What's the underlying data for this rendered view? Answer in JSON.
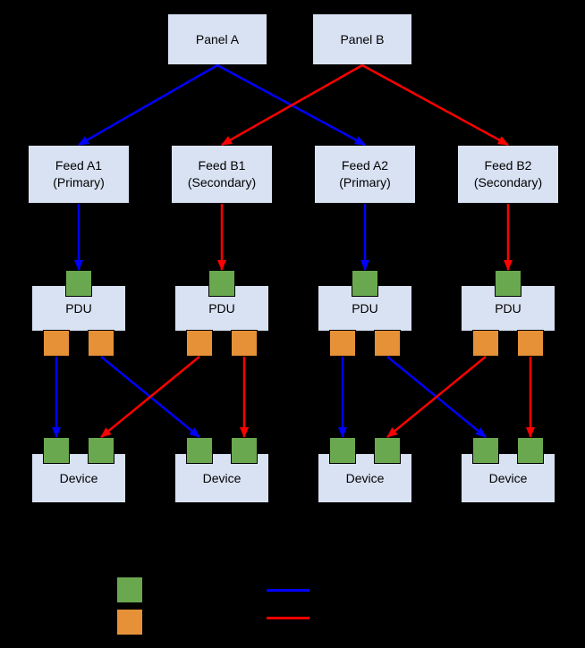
{
  "diagram": {
    "background": "#000000",
    "colors": {
      "box_fill": "#d9e2f3",
      "box_border": "#000000",
      "text": "#000000",
      "inlet_port_green": "#6aa84f",
      "outlet_port_orange": "#e69138",
      "primary_path": "#0000ff",
      "secondary_path": "#ff0000"
    },
    "panels": [
      {
        "label": "Panel A"
      },
      {
        "label": "Panel B"
      }
    ],
    "feeds": [
      {
        "name": "Feed A1",
        "role": "(Primary)"
      },
      {
        "name": "Feed B1",
        "role": "(Secondary)"
      },
      {
        "name": "Feed A2",
        "role": "(Primary)"
      },
      {
        "name": "Feed B2",
        "role": "(Secondary)"
      }
    ],
    "pdus": [
      {
        "label": "PDU"
      },
      {
        "label": "PDU"
      },
      {
        "label": "PDU"
      },
      {
        "label": "PDU"
      }
    ],
    "devices": [
      {
        "label": "Device"
      },
      {
        "label": "Device"
      },
      {
        "label": "Device"
      },
      {
        "label": "Device"
      }
    ],
    "legend": {
      "swatches": [
        {
          "id": "inlet-port",
          "color": "#6aa84f"
        },
        {
          "id": "outlet-port",
          "color": "#e69138"
        }
      ],
      "lines": [
        {
          "id": "primary-path",
          "color": "#0000ff"
        },
        {
          "id": "secondary-path",
          "color": "#ff0000"
        }
      ]
    },
    "edges": [
      {
        "from": "panel-a",
        "to": "feed-a1",
        "color": "primary"
      },
      {
        "from": "panel-a",
        "to": "feed-a2",
        "color": "primary"
      },
      {
        "from": "panel-b",
        "to": "feed-b1",
        "color": "secondary"
      },
      {
        "from": "panel-b",
        "to": "feed-b2",
        "color": "secondary"
      },
      {
        "from": "feed-a1",
        "to": "pdu-1-in",
        "color": "primary"
      },
      {
        "from": "feed-b1",
        "to": "pdu-2-in",
        "color": "secondary"
      },
      {
        "from": "feed-a2",
        "to": "pdu-3-in",
        "color": "primary"
      },
      {
        "from": "feed-b2",
        "to": "pdu-4-in",
        "color": "secondary"
      },
      {
        "from": "pdu-1-out-left",
        "to": "device-1-in-left",
        "color": "primary"
      },
      {
        "from": "pdu-1-out-right",
        "to": "device-2-in-left",
        "color": "primary"
      },
      {
        "from": "pdu-2-out-left",
        "to": "device-1-in-right",
        "color": "secondary"
      },
      {
        "from": "pdu-2-out-right",
        "to": "device-2-in-right",
        "color": "secondary"
      },
      {
        "from": "pdu-3-out-left",
        "to": "device-3-in-left",
        "color": "primary"
      },
      {
        "from": "pdu-3-out-right",
        "to": "device-4-in-left",
        "color": "primary"
      },
      {
        "from": "pdu-4-out-left",
        "to": "device-3-in-right",
        "color": "secondary"
      },
      {
        "from": "pdu-4-out-right",
        "to": "device-4-in-right",
        "color": "secondary"
      }
    ]
  }
}
